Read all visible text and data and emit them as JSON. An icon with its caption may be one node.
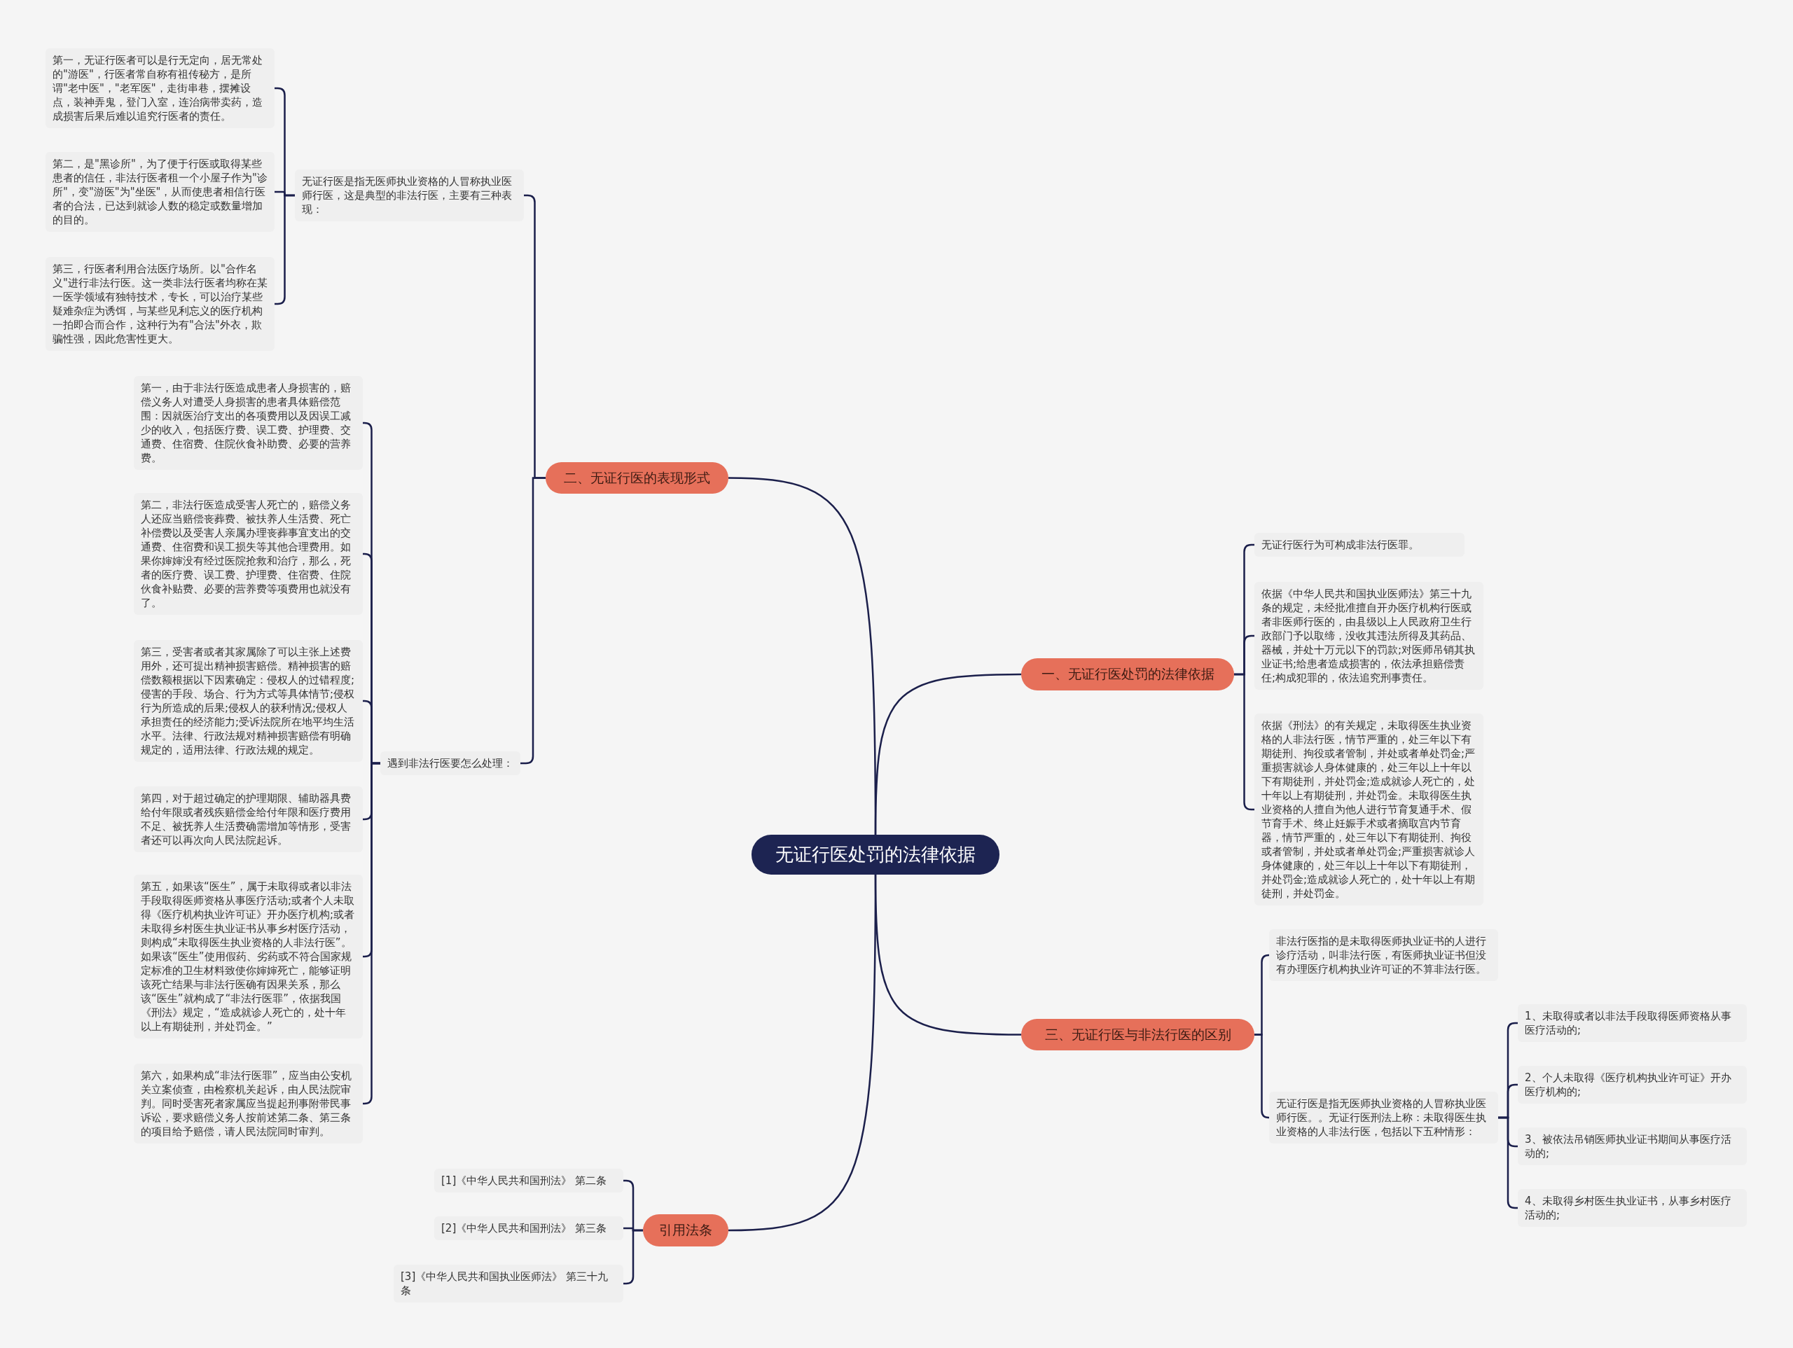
{
  "diagram": {
    "nodes": [
      {
        "text": [
          "无证行医处罚的法律依据"
        ]
      },
      {
        "text": [
          "二、无证行医的表现形式"
        ]
      },
      {
        "text": [
          "无证行医是指无医师执业资格的人冒称执业医师行医，这是典型的非法行医，主要有三种表现："
        ]
      },
      {
        "text": [
          "第一，无证行医者可以是行无定向，居无常处的\"游医\"，行医者常自称有祖传秘方，是所谓\"老中医\"，\"老军医\"，走街串巷，摆摊设点，装神弄鬼，登门入室，连治病带卖药，造成损害后果后难以追究行医者的责任。"
        ]
      },
      {
        "text": [
          "第二，是\"黑诊所\"，为了便于行医或取得某些患者的信任，非法行医者租一个小屋子作为\"诊所\"，变\"游医\"为\"坐医\"，从而使患者相信行医者的合法，已达到就诊人数的稳定或数量增加的目的。"
        ]
      },
      {
        "text": [
          "第三，行医者利用合法医疗场所。以\"合作名义\"进行非法行医。这一类非法行医者均称在某一医学领域有独特技术，专长，可以治疗某些疑难杂症为诱饵，与某些见利忘义的医疗机构一拍即合而合作，这种行为有\"合法\"外衣，欺骗性强，因此危害性更大。"
        ]
      },
      {
        "text": [
          "遇到非法行医要怎么处理："
        ]
      },
      {
        "text": [
          "第一，由于非法行医造成患者人身损害的，赔偿义务人对遭受人身损害的患者具体赔偿范围：因就医治疗支出的各项费用以及因误工减少的收入，包括医疗费、误工费、护理费、交通费、住宿费、住院伙食补助费、必要的营养费。"
        ]
      },
      {
        "text": [
          "第二，非法行医造成受害人死亡的，赔偿义务人还应当赔偿丧葬费、被扶养人生活费、死亡补偿费以及受害人亲属办理丧葬事宜支出的交通费、住宿费和误工损失等其他合理费用。如果你婶婶没有经过医院抢救和治疗，那么，死者的医疗费、误工费、护理费、住宿费、住院伙食补贴费、必要的营养费等项费用也就没有了。"
        ]
      },
      {
        "text": [
          "第三，受害者或者其家属除了可以主张上述费用外，还可提出精神损害赔偿。精神损害的赔偿数额根据以下因素确定：侵权人的过错程度;侵害的手段、场合、行为方式等具体情节;侵权行为所造成的后果;侵权人的获利情况;侵权人承担责任的经济能力;受诉法院所在地平均生活水平。法律、行政法规对精神损害赔偿有明确规定的，适用法律、行政法规的规定。"
        ]
      },
      {
        "text": [
          "第四，对于超过确定的护理期限、辅助器具费给付年限或者残疾赔偿金给付年限和医疗费用不足、被抚养人生活费确需增加等情形，受害者还可以再次向人民法院起诉。"
        ]
      },
      {
        "text": [
          "第五，如果该“医生”，属于未取得或者以非法手段取得医师资格从事医疗活动;或者个人未取得《医疗机构执业许可证》开办医疗机构;或者未取得乡村医生执业证书从事乡村医疗活动，则构成“未取得医生执业资格的人非法行医”。如果该“医生”使用假药、劣药或不符合国家规定标准的卫生材料致使你婶婶死亡，能够证明该死亡结果与非法行医确有因果关系，那么该“医生”就构成了“非法行医罪”，依据我国《刑法》规定，“造成就诊人死亡的，处十年以上有期徒刑，并处罚金。”"
        ]
      },
      {
        "text": [
          "第六，如果构成“非法行医罪”，应当由公安机关立案侦查，由检察机关起诉，由人民法院审判。同时受害死者家属应当提起刑事附带民事诉讼，要求赔偿义务人按前述第二条、第三条的项目给予赔偿，请人民法院同时审判。"
        ]
      },
      {
        "text": [
          "一、无证行医处罚的法律依据"
        ]
      },
      {
        "text": [
          "无证行医行为可构成非法行医罪。"
        ]
      },
      {
        "text": [
          "依据《中华人民共和国执业医师法》第三十九条的规定，未经批准擅自开办医疗机构行医或者非医师行医的，由县级以上人民政府卫生行政部门予以取缔，没收其违法所得及其药品、器械，并处十万元以下的罚款;对医师吊销其执业证书;给患者造成损害的，依法承担赔偿责任;构成犯罪的，依法追究刑事责任。"
        ]
      },
      {
        "text": [
          "依据《刑法》的有关规定，未取得医生执业资格的人非法行医，情节严重的，处三年以下有期徒刑、拘役或者管制，并处或者单处罚金;严重损害就诊人身体健康的，处三年以上十年以下有期徒刑，并处罚金;造成就诊人死亡的，处十年以上有期徒刑，并处罚金。未取得医生执业资格的人擅自为他人进行节育复通手术、假节育手术、终止妊娠手术或者摘取宫内节育器，情节严重的，处三年以下有期徒刑、拘役或者管制，并处或者单处罚金;严重损害就诊人身体健康的，处三年以上十年以下有期徒刑，并处罚金;造成就诊人死亡的，处十年以上有期徒刑，并处罚金。"
        ]
      },
      {
        "text": [
          "三、无证行医与非法行医的区别"
        ]
      },
      {
        "text": [
          "非法行医指的是未取得医师执业证书的人进行诊疗活动，叫非法行医，有医师执业证书但没有办理医疗机构执业许可证的不算非法行医。"
        ]
      },
      {
        "text": [
          "无证行医是指无医师执业资格的人冒称执业医师行医。。无证行医刑法上称：未取得医生执业资格的人非法行医，包括以下五种情形："
        ]
      },
      {
        "text": [
          "1、未取得或者以非法手段取得医师资格从事医疗活动的;"
        ]
      },
      {
        "text": [
          "2、个人未取得《医疗机构执业许可证》开办医疗机构的;"
        ]
      },
      {
        "text": [
          "3、被依法吊销医师执业证书期间从事医疗活动的;"
        ]
      },
      {
        "text": [
          "4、未取得乡村医生执业证书，从事乡村医疗活动的;"
        ]
      },
      {
        "text": [
          "引用法条"
        ]
      },
      {
        "text": [
          "[1]《中华人民共和国刑法》 第二条"
        ]
      },
      {
        "text": [
          "[2]《中华人民共和国刑法》 第三条"
        ]
      },
      {
        "text": [
          "[3]《中华人民共和国执业医师法》 第三十九条"
        ]
      }
    ],
    "edges": [
      {
        "from": 0,
        "to": 1,
        "arrow": "none"
      },
      {
        "from": 1,
        "to": 2,
        "arrow": "none"
      },
      {
        "from": 2,
        "to": 3,
        "arrow": "none"
      },
      {
        "from": 2,
        "to": 4,
        "arrow": "none"
      },
      {
        "from": 2,
        "to": 5,
        "arrow": "none"
      },
      {
        "from": 1,
        "to": 6,
        "arrow": "none"
      },
      {
        "from": 6,
        "to": 7,
        "arrow": "none"
      },
      {
        "from": 6,
        "to": 8,
        "arrow": "none"
      },
      {
        "from": 6,
        "to": 9,
        "arrow": "none"
      },
      {
        "from": 6,
        "to": 10,
        "arrow": "none"
      },
      {
        "from": 6,
        "to": 11,
        "arrow": "none"
      },
      {
        "from": 6,
        "to": 12,
        "arrow": "none"
      },
      {
        "from": 0,
        "to": 13,
        "arrow": "none"
      },
      {
        "from": 13,
        "to": 14,
        "arrow": "none"
      },
      {
        "from": 13,
        "to": 15,
        "arrow": "none"
      },
      {
        "from": 13,
        "to": 16,
        "arrow": "none"
      },
      {
        "from": 0,
        "to": 17,
        "arrow": "none"
      },
      {
        "from": 17,
        "to": 18,
        "arrow": "none"
      },
      {
        "from": 17,
        "to": 19,
        "arrow": "none"
      },
      {
        "from": 19,
        "to": 20,
        "arrow": "none"
      },
      {
        "from": 19,
        "to": 21,
        "arrow": "none"
      },
      {
        "from": 19,
        "to": 22,
        "arrow": "none"
      },
      {
        "from": 19,
        "to": 23,
        "arrow": "none"
      },
      {
        "from": 0,
        "to": 24,
        "arrow": "none"
      },
      {
        "from": 24,
        "to": 25,
        "arrow": "none"
      },
      {
        "from": 24,
        "to": 26,
        "arrow": "none"
      },
      {
        "from": 24,
        "to": 27,
        "arrow": "none"
      }
    ]
  }
}
